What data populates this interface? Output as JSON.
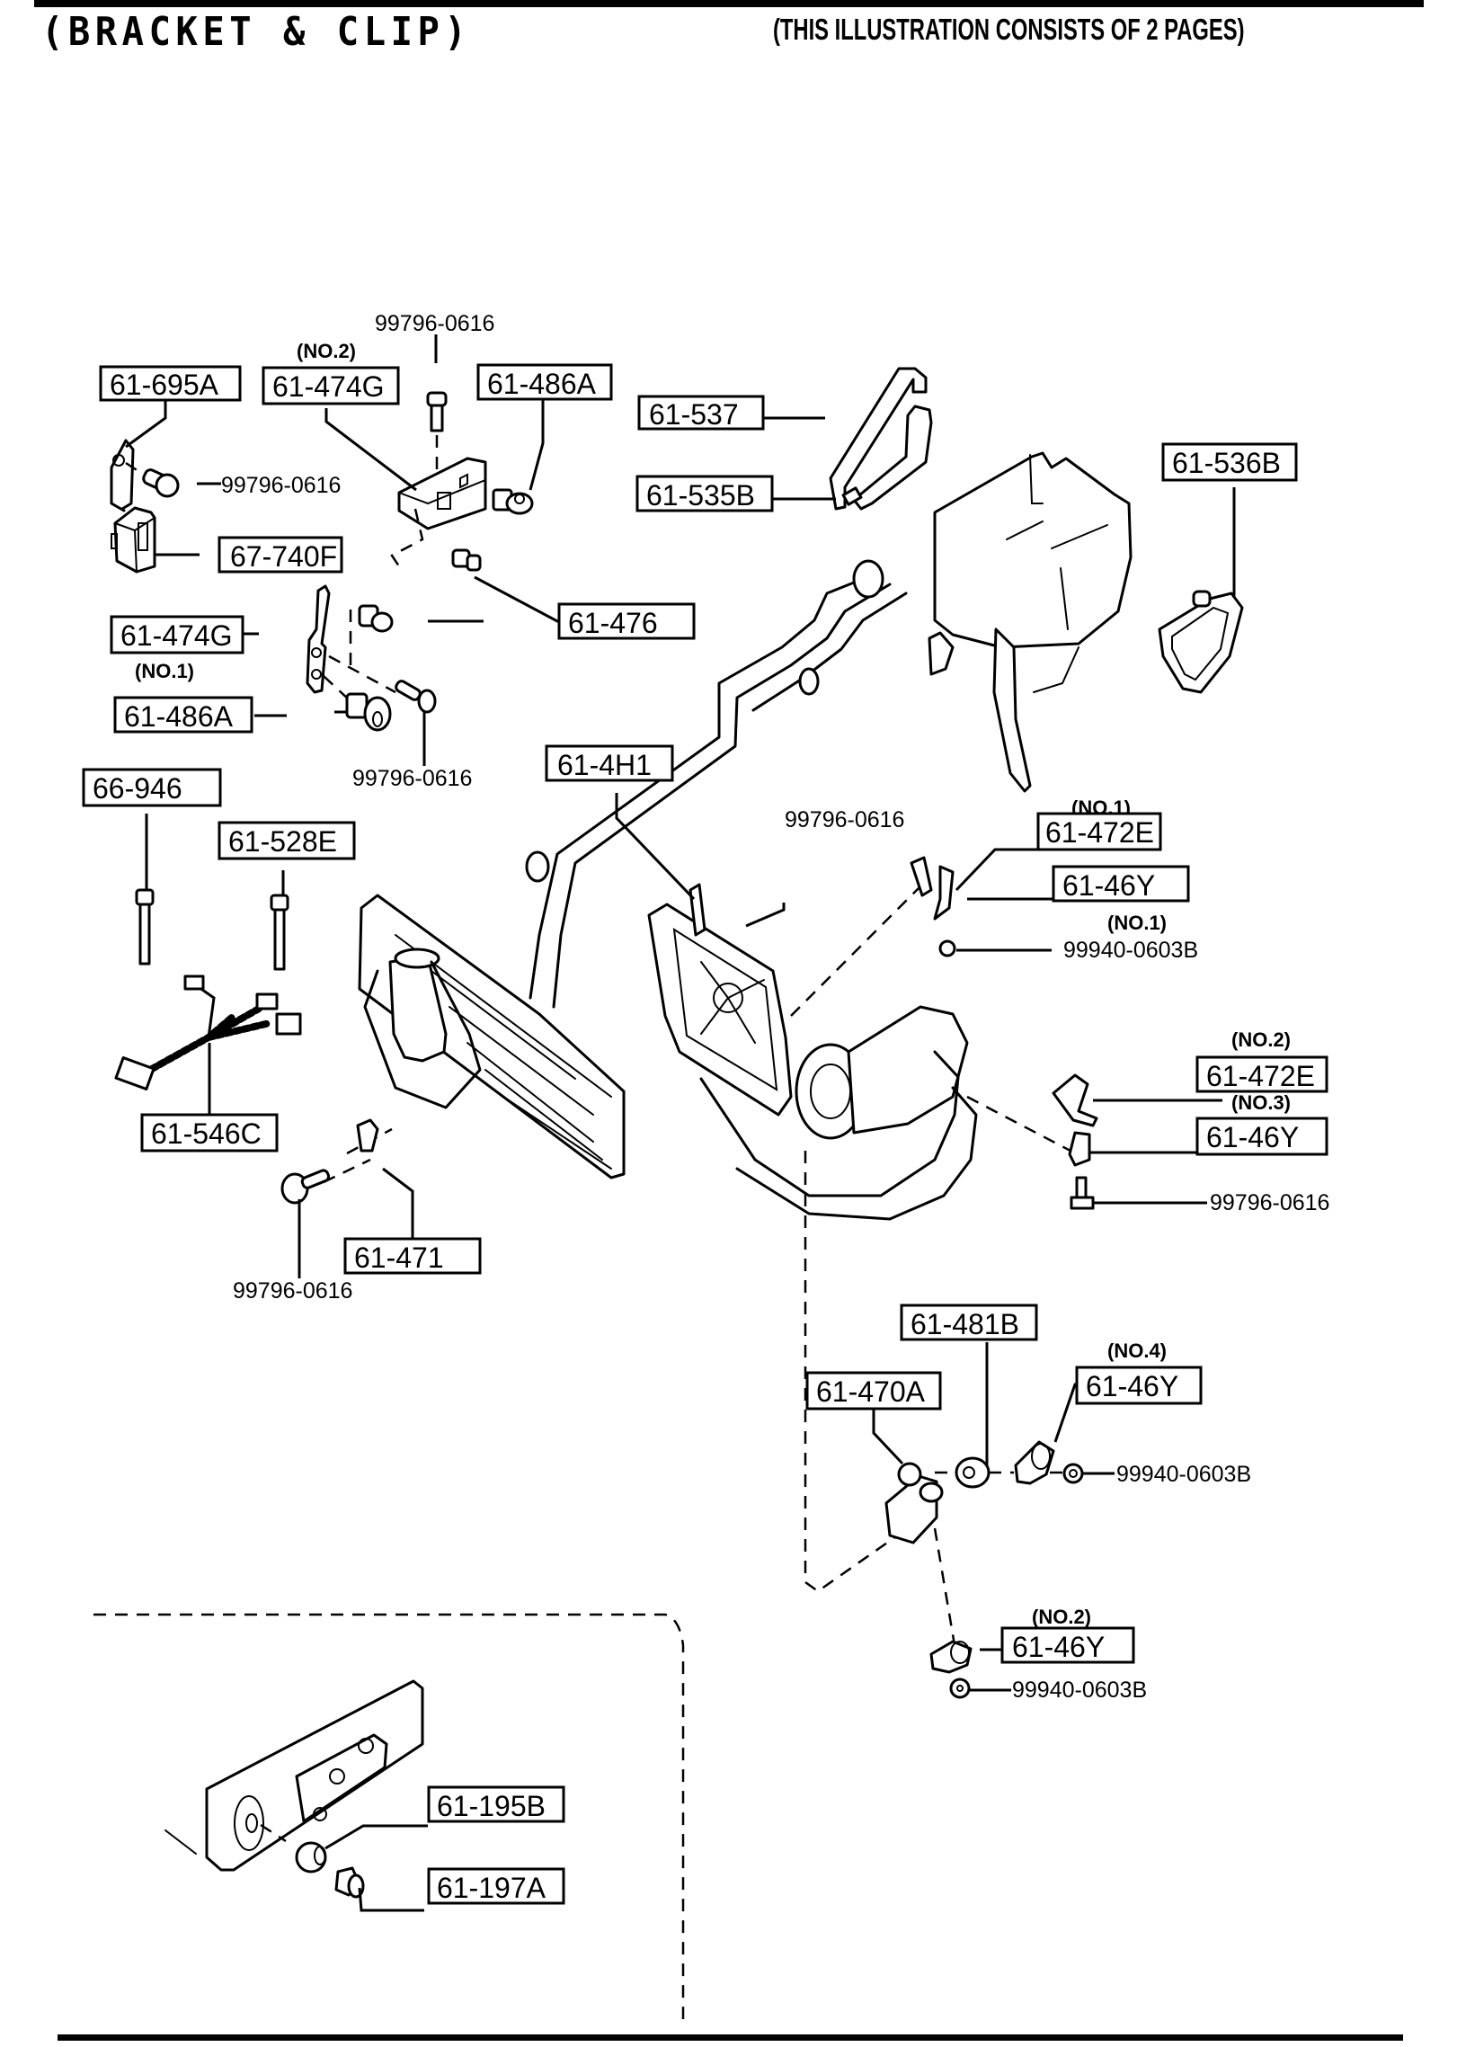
{
  "header": {
    "title": "(BRACKET & CLIP)",
    "subtitle": "(THIS ILLUSTRATION CONSISTS OF  2 PAGES)"
  },
  "callouts": [
    {
      "id": "c01",
      "part_number": "61-695A",
      "note": ""
    },
    {
      "id": "c02",
      "part_number": "61-474G",
      "note": "(NO.2)"
    },
    {
      "id": "c03",
      "part_number": "61-486A",
      "note": ""
    },
    {
      "id": "c04",
      "part_number": "67-740F",
      "note": ""
    },
    {
      "id": "c05",
      "part_number": "61-476",
      "note": ""
    },
    {
      "id": "c06",
      "part_number": "61-474G",
      "note": "(NO.1)"
    },
    {
      "id": "c07",
      "part_number": "61-486A",
      "note": ""
    },
    {
      "id": "c08",
      "part_number": "61-537",
      "note": ""
    },
    {
      "id": "c09",
      "part_number": "61-535B",
      "note": ""
    },
    {
      "id": "c10",
      "part_number": "61-536B",
      "note": ""
    },
    {
      "id": "c11",
      "part_number": "66-946",
      "note": ""
    },
    {
      "id": "c12",
      "part_number": "61-528E",
      "note": ""
    },
    {
      "id": "c13",
      "part_number": "61-4H1",
      "note": ""
    },
    {
      "id": "c14",
      "part_number": "61-472E",
      "note": "(NO.1)"
    },
    {
      "id": "c15",
      "part_number": "61-46Y",
      "note": "(NO.1)"
    },
    {
      "id": "c16",
      "part_number": "61-546C",
      "note": ""
    },
    {
      "id": "c17",
      "part_number": "61-471",
      "note": ""
    },
    {
      "id": "c18",
      "part_number": "61-472E",
      "note": "(NO.2)"
    },
    {
      "id": "c19",
      "part_number": "61-46Y",
      "note": "(NO.3)"
    },
    {
      "id": "c20",
      "part_number": "61-481B",
      "note": ""
    },
    {
      "id": "c21",
      "part_number": "61-470A",
      "note": ""
    },
    {
      "id": "c22",
      "part_number": "61-46Y",
      "note": "(NO.4)"
    },
    {
      "id": "c23",
      "part_number": "61-46Y",
      "note": "(NO.2)"
    },
    {
      "id": "c24",
      "part_number": "61-195B",
      "note": ""
    },
    {
      "id": "c25",
      "part_number": "61-197A",
      "note": ""
    }
  ],
  "fasteners": [
    {
      "id": "f01",
      "part_number": "99796-0616"
    },
    {
      "id": "f02",
      "part_number": "99796-0616"
    },
    {
      "id": "f03",
      "part_number": "99796-0616"
    },
    {
      "id": "f04",
      "part_number": "99796-0616"
    },
    {
      "id": "f05",
      "part_number": "99940-0603B"
    },
    {
      "id": "f06",
      "part_number": "99796-0616"
    },
    {
      "id": "f07",
      "part_number": "99796-0616"
    },
    {
      "id": "f08",
      "part_number": "99940-0603B"
    },
    {
      "id": "f09",
      "part_number": "99940-0603B"
    }
  ]
}
